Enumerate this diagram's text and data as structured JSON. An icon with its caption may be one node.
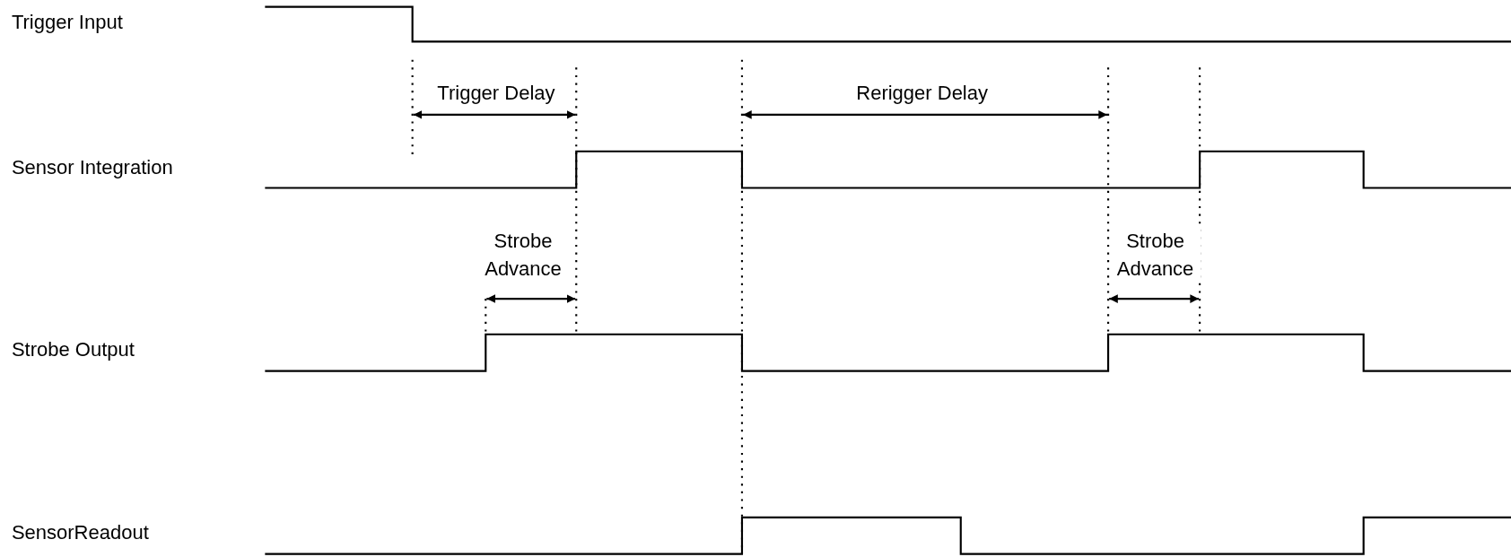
{
  "diagram": {
    "labels": [
      "Trigger Input",
      "Trigger Delay",
      "Rerigger Delay",
      "Sensor Integration",
      "Strobe Advance",
      "Strobe Advance",
      "Strobe Output",
      "SensorReadout"
    ]
  }
}
